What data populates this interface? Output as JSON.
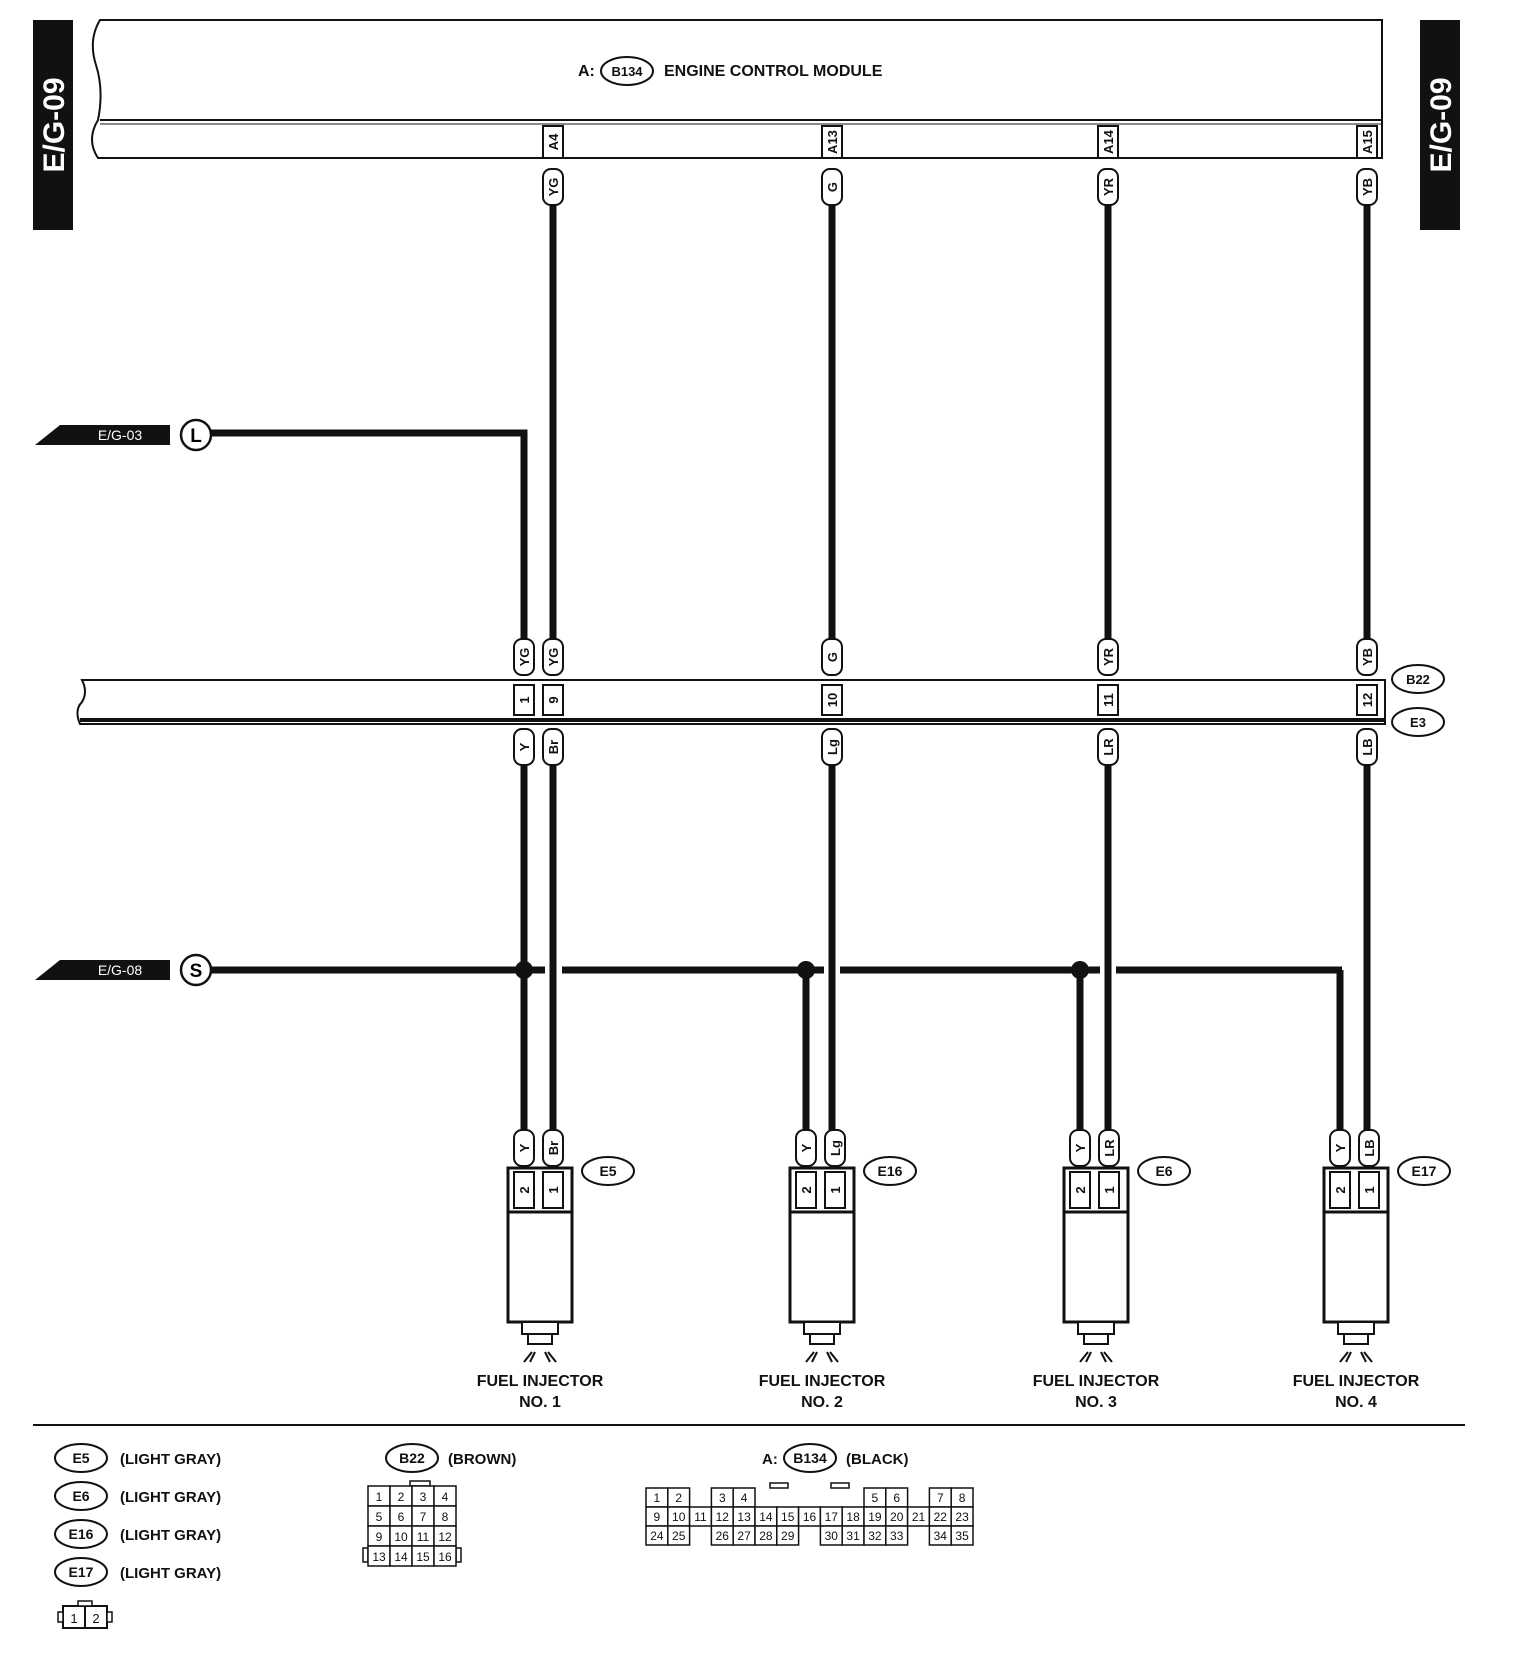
{
  "page_tag": "E/G-09",
  "ecm": {
    "prefix": "A:",
    "connector": "B134",
    "title": "ENGINE CONTROL MODULE"
  },
  "offpage": [
    {
      "ref": "E/G-03",
      "letter": "L"
    },
    {
      "ref": "E/G-08",
      "letter": "S"
    }
  ],
  "ecm_pins": [
    {
      "pin": "A4",
      "color": "YG"
    },
    {
      "pin": "A13",
      "color": "G"
    },
    {
      "pin": "A14",
      "color": "YR"
    },
    {
      "pin": "A15",
      "color": "YB"
    }
  ],
  "joint": {
    "upper_connector": "B22",
    "lower_connector": "E3",
    "pins": [
      {
        "pin": "1",
        "upper": "YG",
        "lower": "Y"
      },
      {
        "pin": "9",
        "upper": "YG",
        "lower": "Br"
      },
      {
        "pin": "10",
        "upper": "G",
        "lower": "Lg"
      },
      {
        "pin": "11",
        "upper": "YR",
        "lower": "LR"
      },
      {
        "pin": "12",
        "upper": "YB",
        "lower": "LB"
      }
    ]
  },
  "injectors": [
    {
      "connector": "E5",
      "pin2_color": "Y",
      "pin1_color": "Br",
      "label": "FUEL INJECTOR",
      "number": "NO. 1"
    },
    {
      "connector": "E16",
      "pin2_color": "Y",
      "pin1_color": "Lg",
      "label": "FUEL INJECTOR",
      "number": "NO. 2"
    },
    {
      "connector": "E6",
      "pin2_color": "Y",
      "pin1_color": "LR",
      "label": "FUEL INJECTOR",
      "number": "NO. 3"
    },
    {
      "connector": "E17",
      "pin2_color": "Y",
      "pin1_color": "LB",
      "label": "FUEL INJECTOR",
      "number": "NO. 4"
    }
  ],
  "pin_numbers": {
    "a": "2",
    "b": "1"
  },
  "legend": {
    "light_gray": [
      {
        "connector": "E5",
        "color": "(LIGHT GRAY)"
      },
      {
        "connector": "E6",
        "color": "(LIGHT GRAY)"
      },
      {
        "connector": "E16",
        "color": "(LIGHT GRAY)"
      },
      {
        "connector": "E17",
        "color": "(LIGHT GRAY)"
      }
    ],
    "small_connector_pins": [
      "1",
      "2"
    ],
    "b22": {
      "connector": "B22",
      "color": "(BROWN)",
      "rows": [
        [
          "1",
          "2",
          "3",
          "4"
        ],
        [
          "5",
          "6",
          "7",
          "8"
        ],
        [
          "9",
          "10",
          "11",
          "12"
        ],
        [
          "13",
          "14",
          "15",
          "16"
        ]
      ]
    },
    "b134": {
      "prefix": "A:",
      "connector": "B134",
      "color": "(BLACK)",
      "row1": [
        "1",
        "2",
        "",
        "3",
        "4",
        "",
        "",
        "",
        "",
        "",
        "5",
        "6",
        "",
        "7",
        "8"
      ],
      "row2": [
        "9",
        "10",
        "11",
        "12",
        "13",
        "14",
        "15",
        "16",
        "17",
        "18",
        "19",
        "20",
        "21",
        "22",
        "23"
      ],
      "row3": [
        "24",
        "25",
        "",
        "26",
        "27",
        "28",
        "29",
        "",
        "30",
        "31",
        "32",
        "33",
        "",
        "34",
        "35"
      ]
    }
  }
}
